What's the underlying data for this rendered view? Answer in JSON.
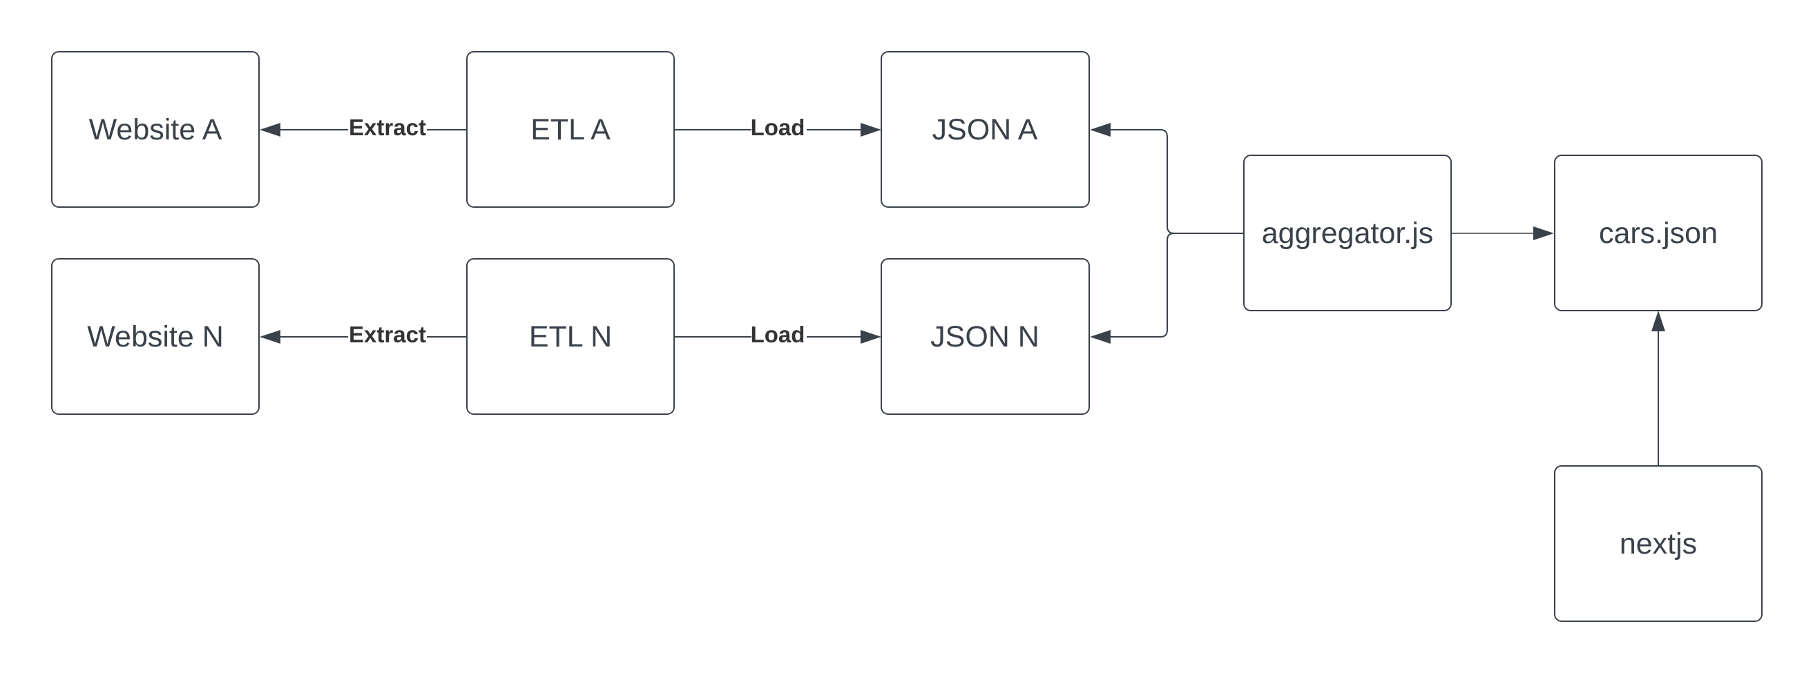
{
  "diagram": {
    "nodes": {
      "website_a": "Website A",
      "website_n": "Website N",
      "etl_a": "ETL A",
      "etl_n": "ETL N",
      "json_a": "JSON A",
      "json_n": "JSON N",
      "aggregator": "aggregator.js",
      "cars": "cars.json",
      "nextjs": "nextjs"
    },
    "edges": {
      "extract_a": "Extract",
      "extract_n": "Extract",
      "load_a": "Load",
      "load_n": "Load"
    },
    "colors": {
      "stroke": "#3a414a",
      "label": "#333333",
      "background": "#ffffff"
    }
  }
}
